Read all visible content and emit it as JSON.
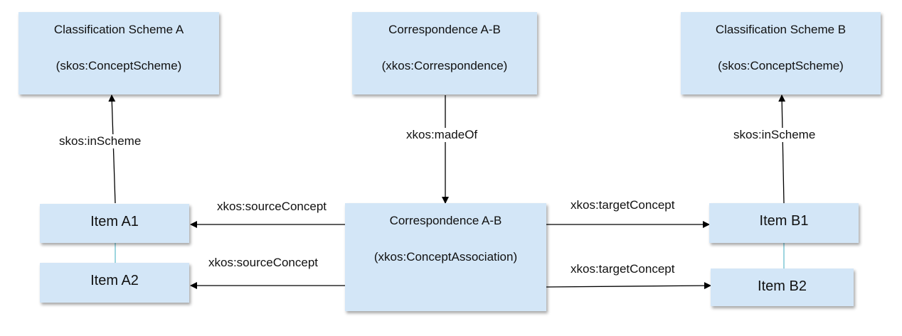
{
  "nodes": {
    "scheme_a": {
      "title": "Classification Scheme A",
      "subtitle": "(skos:ConceptScheme)"
    },
    "corr_top": {
      "title": "Correspondence A-B",
      "subtitle": "(xkos:Correspondence)"
    },
    "scheme_b": {
      "title": "Classification Scheme B",
      "subtitle": "(skos:ConceptScheme)"
    },
    "item_a1": {
      "title": "Item A1"
    },
    "item_a2": {
      "title": "Item A2"
    },
    "corr_mid": {
      "title": "Correspondence A-B",
      "subtitle": "(xkos:ConceptAssociation)"
    },
    "item_b1": {
      "title": "Item B1"
    },
    "item_b2": {
      "title": "Item B2"
    }
  },
  "edges": {
    "in_scheme_a": "skos:inScheme",
    "in_scheme_b": "skos:inScheme",
    "made_of": "xkos:madeOf",
    "source_a1": "xkos:sourceConcept",
    "source_a2": "xkos:sourceConcept",
    "target_b1": "xkos:targetConcept",
    "target_b2": "xkos:targetConcept"
  }
}
